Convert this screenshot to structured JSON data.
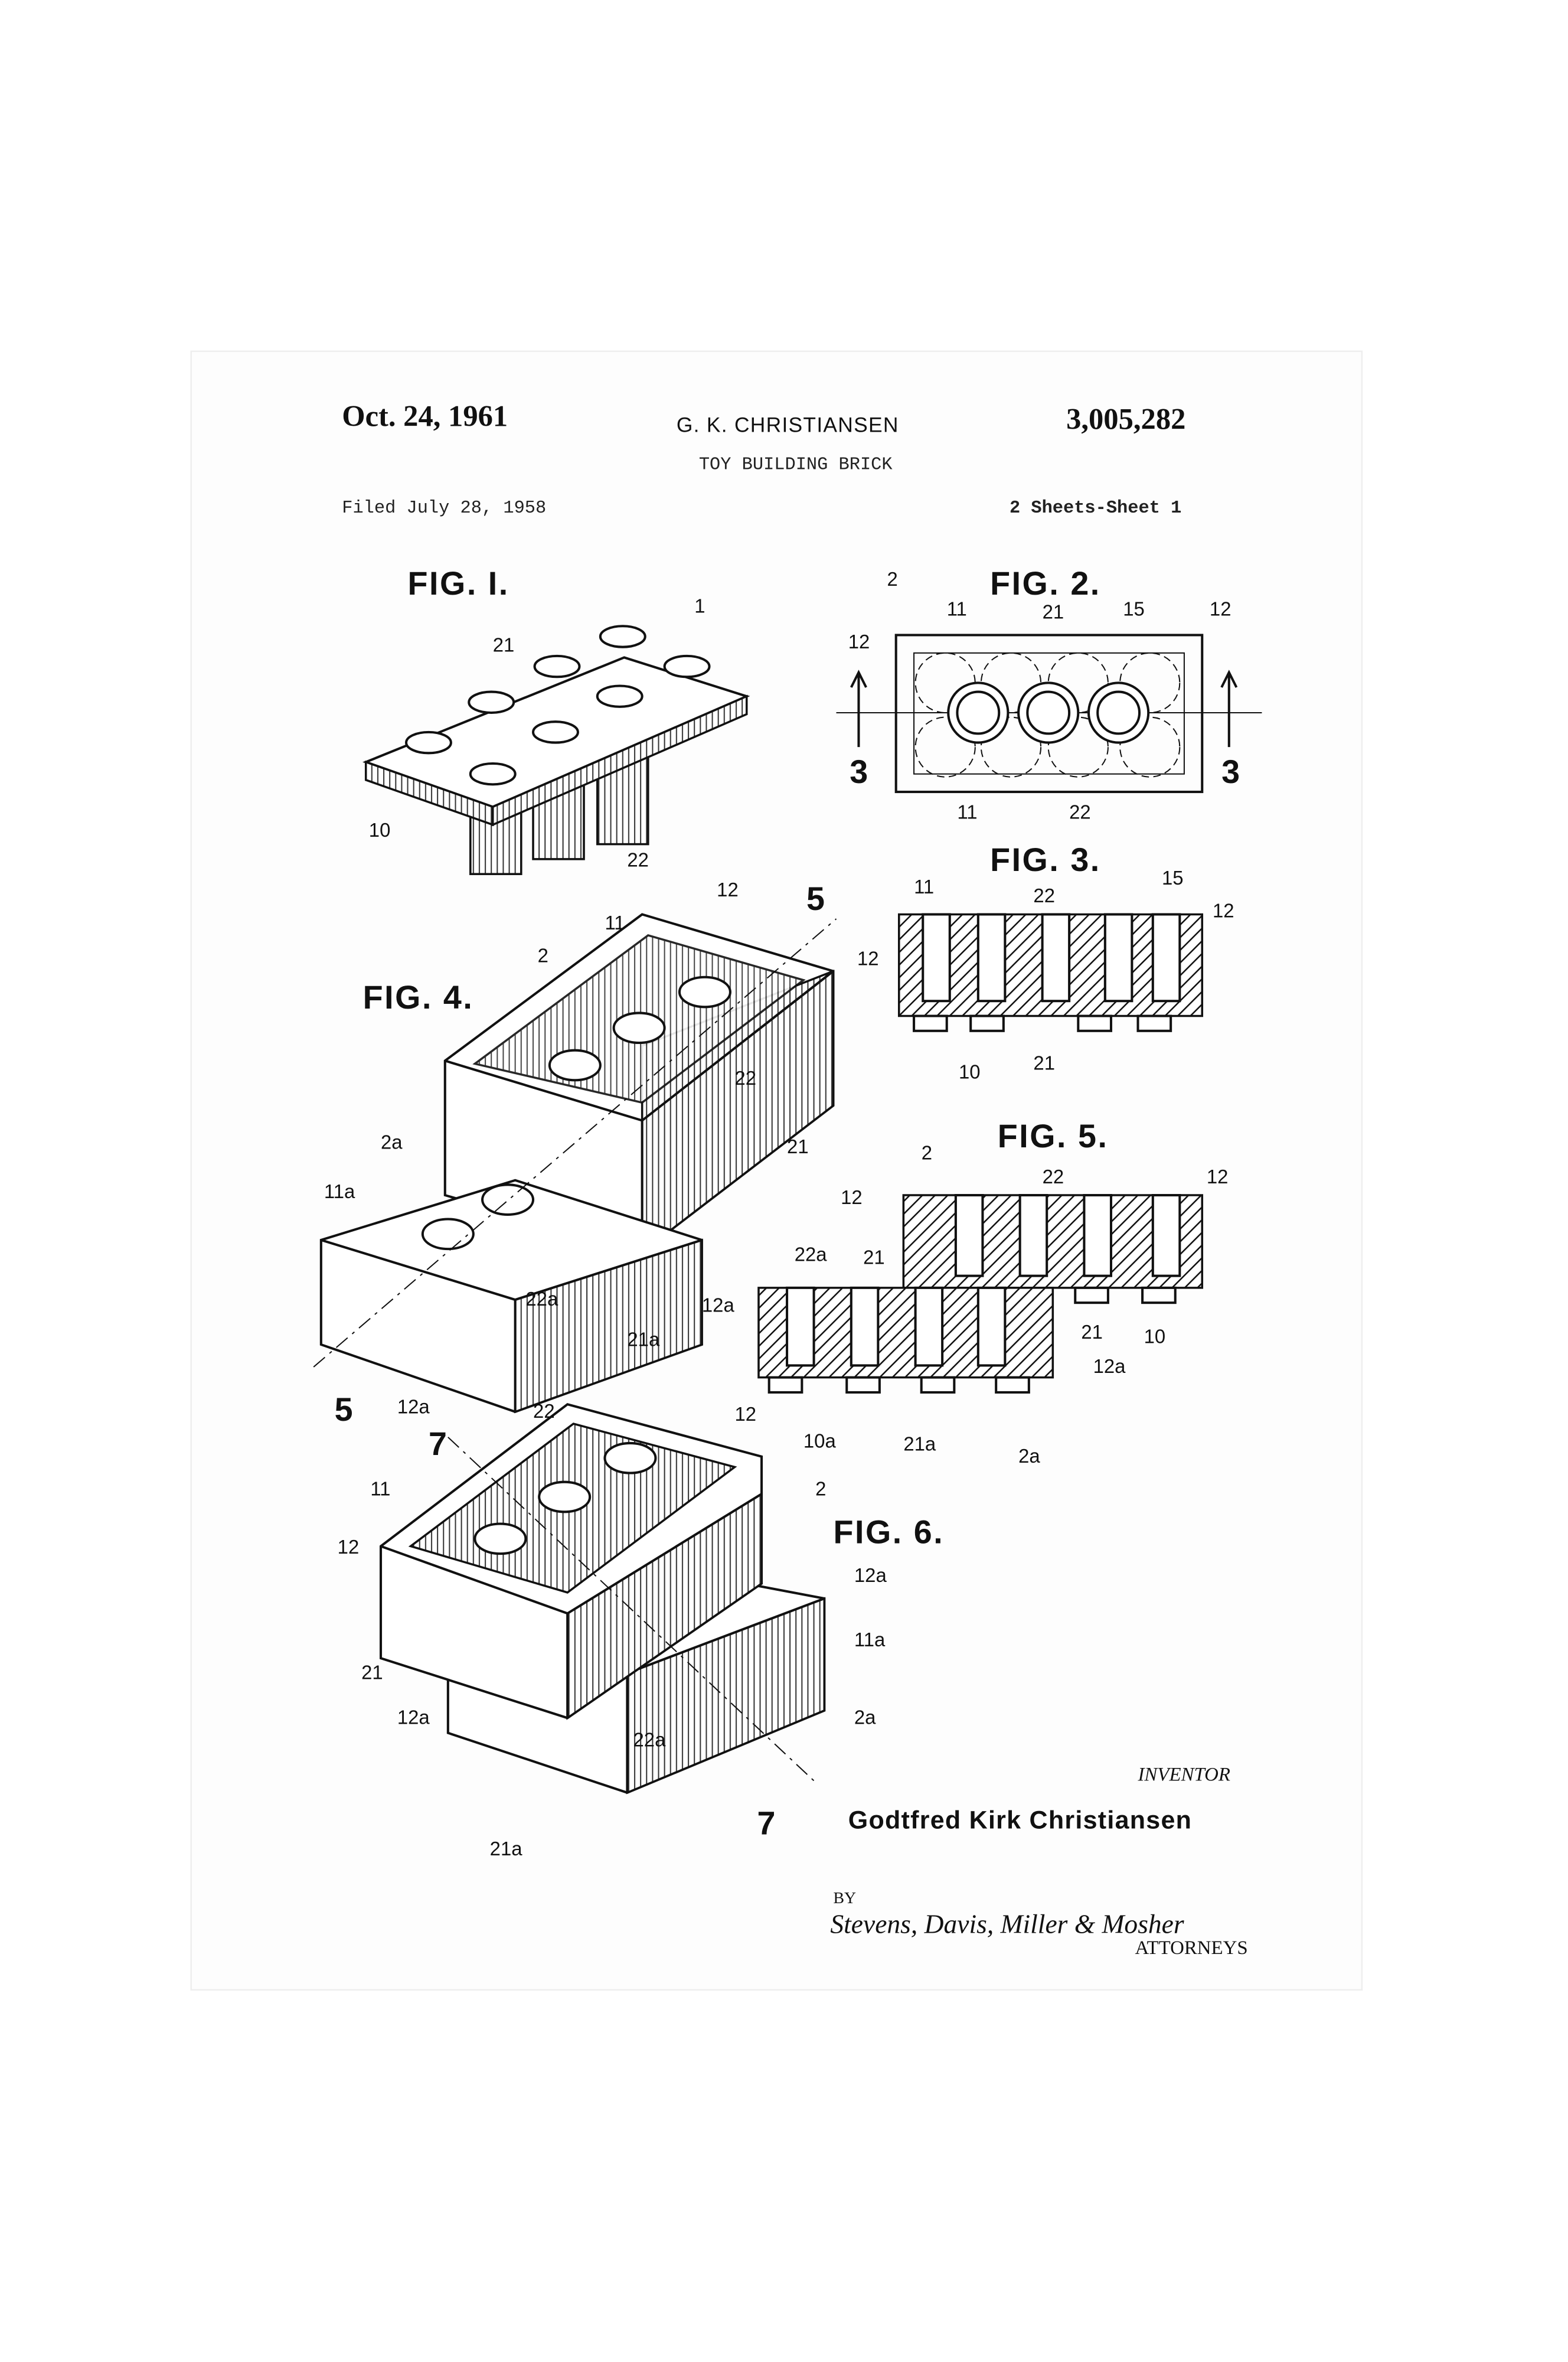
{
  "header": {
    "date": "Oct. 24, 1961",
    "inventor_short": "G. K. CHRISTIANSEN",
    "patent_number": "3,005,282",
    "title": "TOY BUILDING BRICK",
    "filed": "Filed July 28, 1958",
    "sheets": "2 Sheets-Sheet 1"
  },
  "figures": {
    "fig1": {
      "title": "FIG. I.",
      "refs": [
        "1",
        "21",
        "10",
        "22"
      ]
    },
    "fig2": {
      "title": "FIG. 2.",
      "refs": [
        "2",
        "11",
        "21",
        "15",
        "12",
        "12",
        "3",
        "3",
        "11",
        "22"
      ]
    },
    "fig3": {
      "title": "FIG. 3.",
      "refs": [
        "11",
        "22",
        "15",
        "12",
        "12",
        "10",
        "21"
      ]
    },
    "fig4": {
      "title": "FIG. 4.",
      "refs": [
        "12",
        "5",
        "11",
        "2",
        "22",
        "21",
        "2a",
        "11a",
        "22a",
        "21a",
        "5",
        "12a"
      ]
    },
    "fig5": {
      "title": "FIG. 5.",
      "refs": [
        "2",
        "22",
        "12",
        "12",
        "22a",
        "21",
        "12a",
        "21",
        "10",
        "12a",
        "10a",
        "21a",
        "2a"
      ]
    },
    "fig6": {
      "title": "FIG. 6.",
      "refs": [
        "22",
        "12",
        "7",
        "2",
        "11",
        "12",
        "12a",
        "11a",
        "21",
        "12a",
        "22a",
        "2a",
        "7",
        "21a"
      ]
    }
  },
  "footer": {
    "inventor_label": "INVENTOR",
    "inventor_name": "Godtfred Kirk Christiansen",
    "by": "BY",
    "signature": "Stevens, Davis, Miller & Mosher",
    "attorneys_label": "ATTORNEYS"
  }
}
